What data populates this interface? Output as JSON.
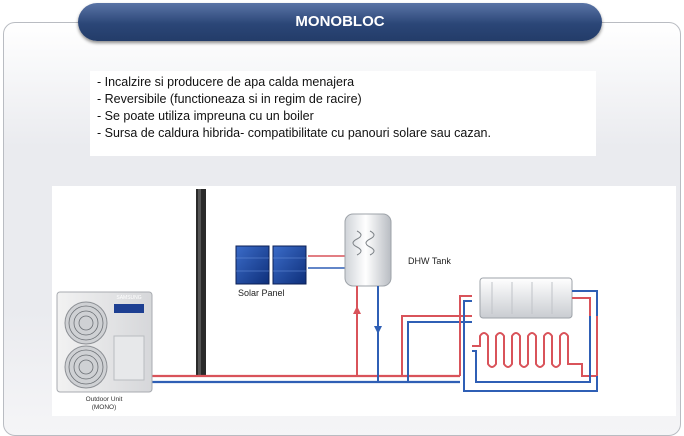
{
  "title": "MONOBLOC",
  "bullets": [
    "- Incalzire si producere de apa calda menajera",
    "- Reversibile (functioneaza si in regim de racire)",
    "- Se poate utiliza impreuna cu un boiler",
    "- Sursa de caldura hibrida- compatibilitate cu panouri solare sau cazan."
  ],
  "diagram": {
    "solar_panel_label": "Solar Panel",
    "dhw_tank_label": "DHW Tank",
    "outdoor_unit_label_line1": "Outdoor Unit",
    "outdoor_unit_label_line2": "(MONO)",
    "brand_label": "SAMSUNG"
  },
  "colors": {
    "title_bar": "#2b4677",
    "hot_pipe": "#d9535a",
    "cold_pipe": "#2f5fb5",
    "panel_bg": "#eaebef"
  }
}
